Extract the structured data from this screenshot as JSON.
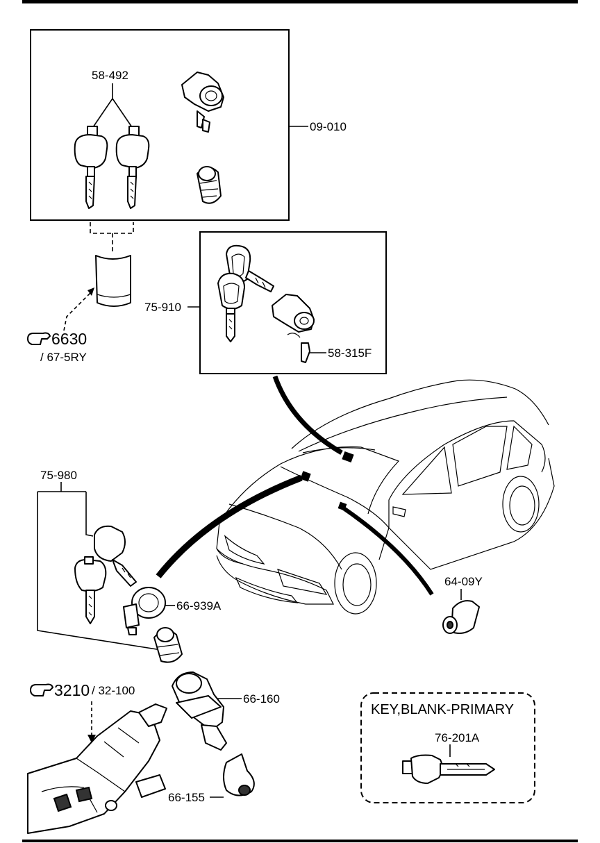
{
  "labels": {
    "keys_pair": "58-492",
    "cylinder_set": "09-010",
    "cover_ref_main": "6630",
    "cover_ref_sub": "/ 67-5RY",
    "key_set_remote": "75-910",
    "lock_clip": "58-315F",
    "ignition_set": "75-980",
    "ring_holder": "66-939A",
    "switch_body": "66-160",
    "column_ref_main": "3210",
    "column_ref_sub": "/ 32-100",
    "switch_cap": "66-155",
    "trunk_cylinder": "64-09Y",
    "blank_key_title": "KEY,BLANK-PRIMARY",
    "blank_key_part": "76-201A"
  },
  "icons": {
    "reference_pointer": "pointing-hand-icon"
  }
}
